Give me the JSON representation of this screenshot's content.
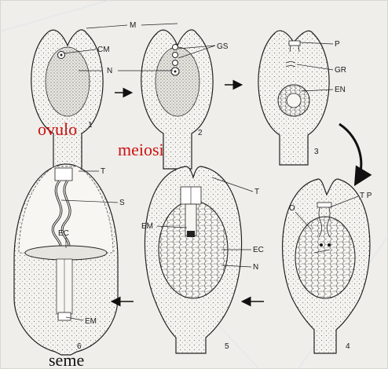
{
  "labels": {
    "M": "M",
    "CM": "CM",
    "N1": "N",
    "GS": "GS",
    "P": "P",
    "GR": "GR",
    "EN": "EN",
    "T6": "T",
    "S": "S",
    "EC6": "EC",
    "EM6": "EM",
    "T5": "T",
    "EM5": "EM",
    "EC5": "EC",
    "N5": "N",
    "O": "O",
    "TP": "T P"
  },
  "stage_numbers": [
    "1",
    "2",
    "3",
    "4",
    "5",
    "6"
  ],
  "captions": {
    "ovulo": "ovulo",
    "meiosi": "meiosi",
    "seme": "seme"
  },
  "colors": {
    "caption_red": "#cc1111",
    "caption_black": "#111111",
    "ink": "#1a1a1a",
    "background": "#efeeea"
  }
}
